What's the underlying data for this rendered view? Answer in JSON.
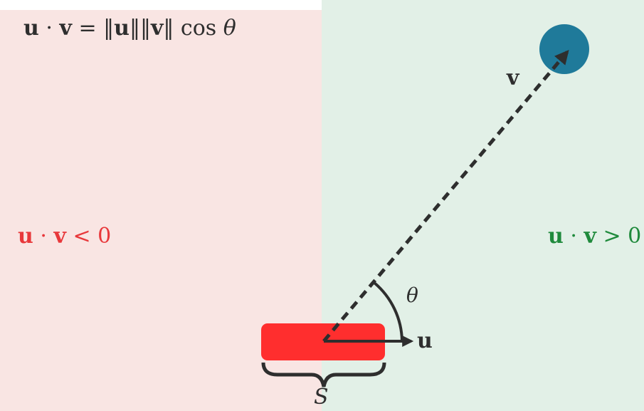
{
  "formula": {
    "u": "u",
    "dot": "·",
    "v": "v",
    "eq": "=",
    "norm_open": "‖",
    "norm_close": "‖",
    "cos": "cos",
    "theta": "θ"
  },
  "left_region": {
    "u": "u",
    "dot": "·",
    "v": "v",
    "op": "<",
    "num": "0",
    "color": "#e8383b"
  },
  "right_region": {
    "u": "u",
    "dot": "·",
    "v": "v",
    "op": ">",
    "num": "0",
    "color": "#1f8a3c"
  },
  "labels": {
    "v": "v",
    "u": "u",
    "theta": "θ",
    "S": "S"
  },
  "colors": {
    "left_bg": "#f9e5e3",
    "right_bg": "#e2f0e7",
    "target": "#1f7a9a",
    "source": "#ff2e2e",
    "ink": "#2e2e2e"
  }
}
